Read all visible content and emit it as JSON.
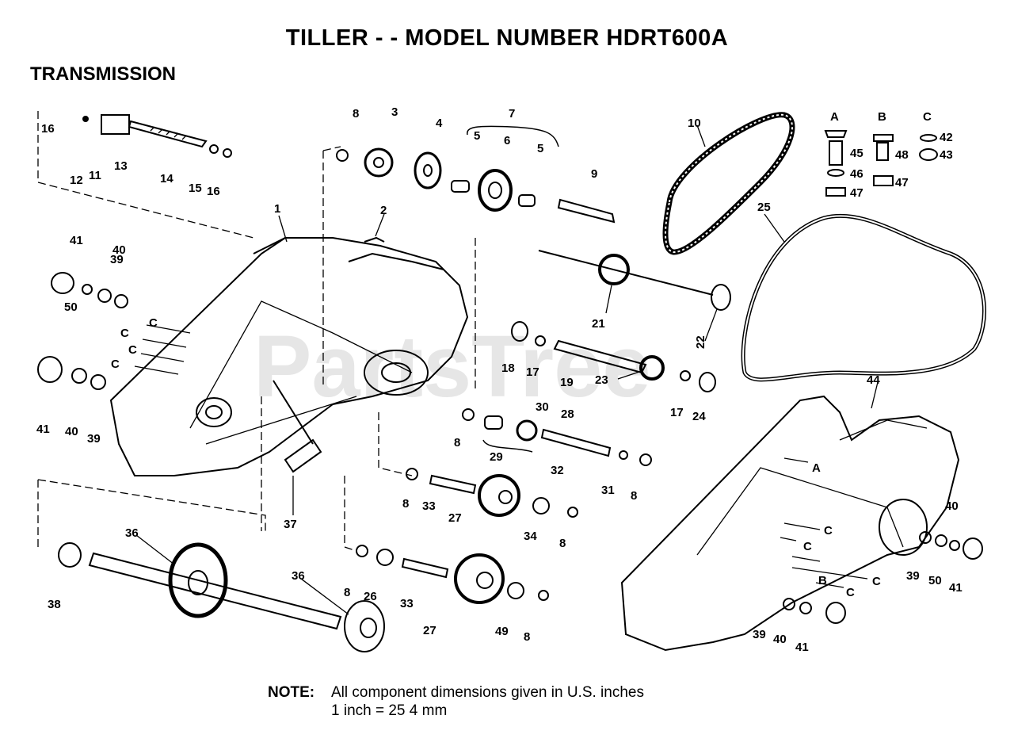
{
  "title": "TILLER - - MODEL NUMBER HDRT600A",
  "section": "TRANSMISSION",
  "watermark": "PartsTree",
  "note": {
    "label": "NOTE:",
    "line1": "All component dimensions given in U.S. inches",
    "line2": "1 inch = 25 4 mm"
  },
  "legend": {
    "a": "A",
    "b": "B",
    "c": "C"
  },
  "callouts": {
    "p1": "1",
    "p2": "2",
    "p3": "3",
    "p4": "4",
    "p5a": "5",
    "p5b": "5",
    "p6": "6",
    "p7": "7",
    "p8a": "8",
    "p8b": "8",
    "p8c": "8",
    "p8d": "8",
    "p8e": "8",
    "p8f": "8",
    "p8g": "8",
    "p9": "9",
    "p10": "10",
    "p11": "11",
    "p12": "12",
    "p13": "13",
    "p14": "14",
    "p15": "15",
    "p16a": "16",
    "p16b": "16",
    "p17a": "17",
    "p17b": "17",
    "p18": "18",
    "p19": "19",
    "p21": "21",
    "p22": "22",
    "p23": "23",
    "p24": "24",
    "p25": "25",
    "p26": "26",
    "p27a": "27",
    "p27b": "27",
    "p28": "28",
    "p29": "29",
    "p30": "30",
    "p31": "31",
    "p32": "32",
    "p33a": "33",
    "p33b": "33",
    "p34": "34",
    "p36a": "36",
    "p36b": "36",
    "p37": "37",
    "p38": "38",
    "p39a": "39",
    "p39b": "39",
    "p39c": "39",
    "p39d": "39",
    "p40a": "40",
    "p40b": "40",
    "p40c": "40",
    "p40d": "40",
    "p41a": "41",
    "p41b": "41",
    "p41c": "41",
    "p41d": "41",
    "p42": "42",
    "p43": "43",
    "p44": "44",
    "p45": "45",
    "p46": "46",
    "p47a": "47",
    "p47b": "47",
    "p48": "48",
    "p49": "49",
    "p50a": "50",
    "p50b": "50",
    "ca": "A",
    "cb": "B",
    "cc1": "C",
    "cc2": "C",
    "cc3": "C",
    "cc4": "C",
    "cc5": "C",
    "cc6": "C",
    "cc7": "C",
    "cc8": "C"
  }
}
